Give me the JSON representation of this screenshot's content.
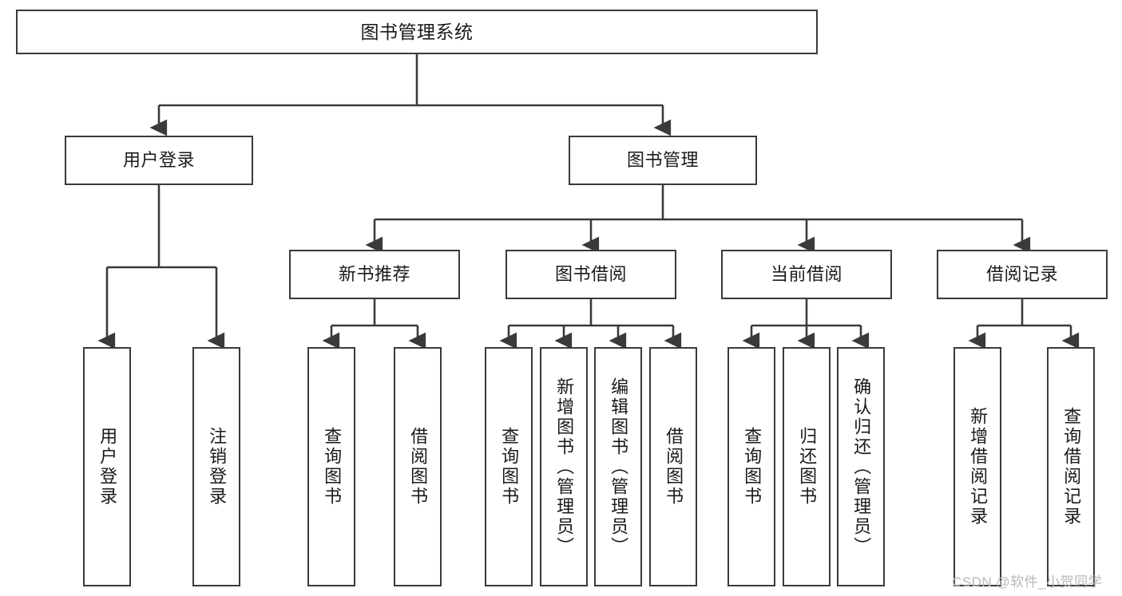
{
  "diagram": {
    "title": "图书管理系统",
    "type": "tree-hierarchy",
    "watermark": "CSDN @软件_小贺同学",
    "colors": {
      "box_border": "#3a3a3a",
      "box_fill": "#ffffff",
      "connector": "#3a3a3a",
      "text": "#1a1a1a",
      "watermark": "#b8b8b8"
    },
    "nodes": {
      "root": {
        "label": "图书管理系统"
      },
      "level2": [
        {
          "label": "用户登录"
        },
        {
          "label": "图书管理"
        }
      ],
      "level3": [
        {
          "label": "新书推荐"
        },
        {
          "label": "图书借阅"
        },
        {
          "label": "当前借阅"
        },
        {
          "label": "借阅记录"
        }
      ],
      "leaves": {
        "user_login": [
          {
            "label": "用户登录"
          },
          {
            "label": "注销登录"
          }
        ],
        "new_book": [
          {
            "label": "查询图书"
          },
          {
            "label": "借阅图书"
          }
        ],
        "book_borrow": [
          {
            "label": "查询图书"
          },
          {
            "label": "新增图书（管理员）"
          },
          {
            "label": "编辑图书（管理员）"
          },
          {
            "label": "借阅图书"
          }
        ],
        "current_borrow": [
          {
            "label": "查询图书"
          },
          {
            "label": "归还图书"
          },
          {
            "label": "确认归还（管理员）"
          }
        ],
        "borrow_record": [
          {
            "label": "新增借阅记录"
          },
          {
            "label": "查询借阅记录"
          }
        ]
      }
    }
  }
}
